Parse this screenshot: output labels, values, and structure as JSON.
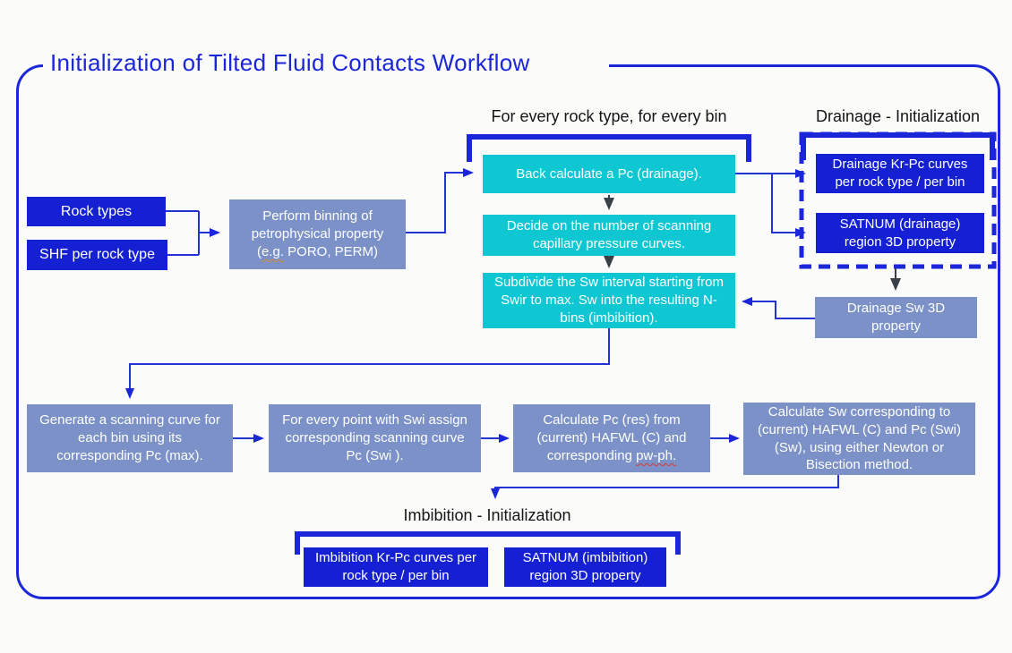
{
  "page": {
    "title": "Initialization of Tilted Fluid Contacts Workflow"
  },
  "colors": {
    "accent_blue": "#1b26d9",
    "box_dark_blue": "#1420d2",
    "box_cyan": "#0fc7d2",
    "box_slate": "#7b91c7",
    "arrow_dark": "#3a4047",
    "text_on_box": "#ffffff",
    "header_text": "#151515"
  },
  "headers": {
    "loop": "For every rock type, for every bin",
    "drainage": "Drainage - Initialization",
    "imbibition": "Imbibition - Initialization"
  },
  "boxes": {
    "rock_types": "Rock types",
    "shf": "SHF per rock type",
    "perform_binning": {
      "pre": "Perform binning of petrophysical property (",
      "eg": "e.g.",
      "post": " PORO, PERM)"
    },
    "back_calculate": "Back calculate a Pc (drainage).",
    "decide_scanning": "Decide on the number of scanning capillary pressure curves.",
    "subdivide": "Subdivide the Sw interval starting from Swir to max. Sw into the resulting N-bins (imbibition).",
    "drainage_kr_pc": "Drainage Kr-Pc curves per rock type / per bin",
    "satnum_drainage": "SATNUM (drainage) region 3D property",
    "drainage_sw": "Drainage Sw 3D property",
    "generate_curve": "Generate a scanning curve for each bin using its corresponding Pc (max).",
    "for_every_point": "For every point with Swi assign corresponding scanning curve Pc (Swi ).",
    "calculate_pc": {
      "pre": "Calculate Pc (res) from (current) HAFWL (C) and corresponding ",
      "term": "pw-ph."
    },
    "calculate_sw": "Calculate Sw corresponding to (current) HAFWL (C) and Pc (Swi) (Sw), using either Newton or Bisection method.",
    "imbibition_kr_pc": "Imbibition Kr-Pc curves per rock type / per bin",
    "satnum_imbibition": "SATNUM (imbibition) region 3D property"
  }
}
